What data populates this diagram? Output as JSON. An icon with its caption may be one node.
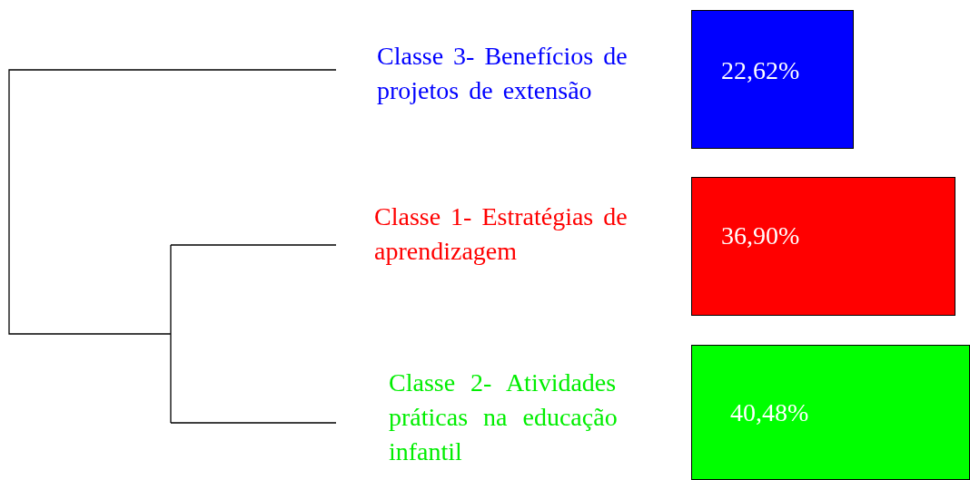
{
  "diagram": {
    "nodes": [
      {
        "text": [
          "22,62%"
        ],
        "beside": [
          "Classe 3- Benefícios de projetos de extensão"
        ]
      },
      {
        "text": [
          "36,90%"
        ],
        "beside": [
          "Classe 1- Estratégias de aprendizagem"
        ]
      },
      {
        "text": [
          "40,48%"
        ],
        "beside": [
          "Classe 2- Atividades práticas na educação infantil"
        ]
      }
    ]
  }
}
